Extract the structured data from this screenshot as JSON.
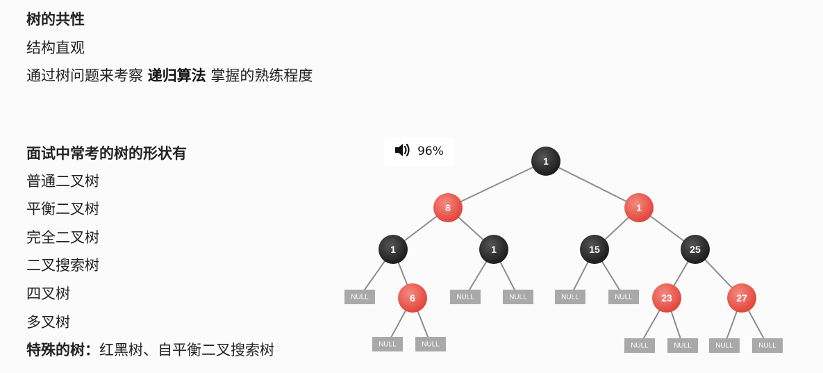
{
  "section1": {
    "heading": "树的共性",
    "line1": "结构直观",
    "line2_pre": "通过树问题来考察 ",
    "line2_bold": "递归算法",
    "line2_post": " 掌握的熟练程度"
  },
  "section2": {
    "heading": "面试中常考的树的形状有",
    "items": [
      "普通二叉树",
      "平衡二叉树",
      "完全二叉树",
      "二叉搜索树",
      "四叉树",
      "多叉树"
    ],
    "special_label": "特殊的树：",
    "special_value": "红黑树、自平衡二叉搜索树"
  },
  "volume": {
    "icon": "speaker-icon",
    "level_label": "96%"
  },
  "colors": {
    "black_node": "#2b2b2b",
    "red_node": "#e9544a",
    "null_box": "#a9a9a9",
    "edge": "#8c8c8c"
  },
  "tree": {
    "nodes": [
      {
        "id": "n1",
        "label": "1",
        "color": "black"
      },
      {
        "id": "n2",
        "label": "8",
        "color": "red"
      },
      {
        "id": "n3",
        "label": "1",
        "color": "red"
      },
      {
        "id": "n4",
        "label": "1",
        "color": "black"
      },
      {
        "id": "n5",
        "label": "1",
        "color": "black"
      },
      {
        "id": "n6",
        "label": "15",
        "color": "black"
      },
      {
        "id": "n7",
        "label": "25",
        "color": "black"
      },
      {
        "id": "n8",
        "label": "6",
        "color": "red"
      },
      {
        "id": "n9",
        "label": "23",
        "color": "red"
      },
      {
        "id": "n10",
        "label": "27",
        "color": "red"
      }
    ],
    "null_label": "NULL"
  }
}
